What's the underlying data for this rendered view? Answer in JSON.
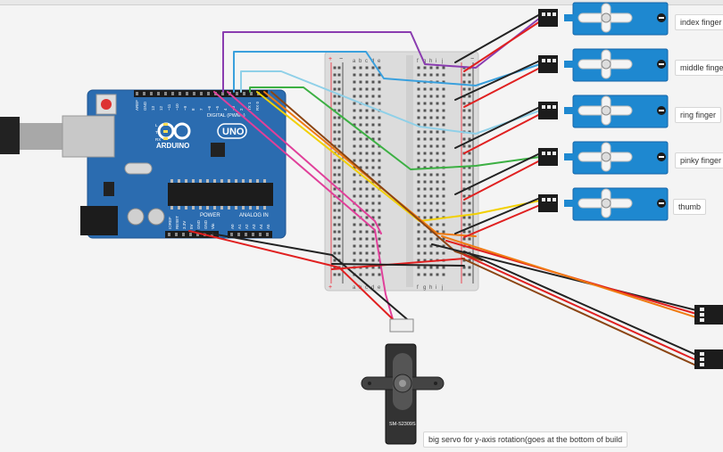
{
  "labels": {
    "index": "index finger",
    "middle": "middle finger",
    "ring": "ring finger",
    "pinky": "pinky finger",
    "thumb": "thumb",
    "big_servo": "big servo for y-axis rotation(goes at the bottom of build"
  },
  "arduino": {
    "brand": "ARDUINO",
    "model": "UNO",
    "digital": "DIGITAL (PWM~)",
    "power": "POWER",
    "analog": "ANALOG IN",
    "pins_top": [
      "AREF",
      "GND",
      "13",
      "12",
      "~11",
      "~10",
      "~9",
      "8",
      "7",
      "~6",
      "~5",
      "4",
      "~3",
      "2",
      "TX 1",
      "RX 0"
    ],
    "pins_power": [
      "IOREF",
      "RESET",
      "3.3V",
      "5V",
      "GND",
      "GND",
      "Vin"
    ],
    "pins_analog": [
      "A0",
      "A1",
      "A2",
      "A3",
      "A4",
      "A5"
    ],
    "leds": [
      "L",
      "TX",
      "RX"
    ]
  },
  "breadboard": {
    "cols_left": [
      "a",
      "b",
      "c",
      "d",
      "e"
    ],
    "cols_right": [
      "f",
      "g",
      "h",
      "i",
      "j"
    ],
    "rail_plus": "+",
    "rail_minus": "−"
  },
  "big_servo_model": "SM-S2309S",
  "colors": {
    "board": "#2b6cb0",
    "board_dark": "#1f5590",
    "servo": "#1e88d0",
    "servo_dark": "#1565a8",
    "wire_black": "#222222",
    "wire_red": "#e02020",
    "wire_brown": "#8b4513",
    "wire_orange": "#f07a10",
    "wire_yellow": "#f2d000",
    "wire_green": "#3cb043",
    "wire_blue": "#3aa0dd",
    "wire_lightblue": "#8fd0e8",
    "wire_purple": "#8a3cb0",
    "wire_pink": "#e0409a"
  }
}
